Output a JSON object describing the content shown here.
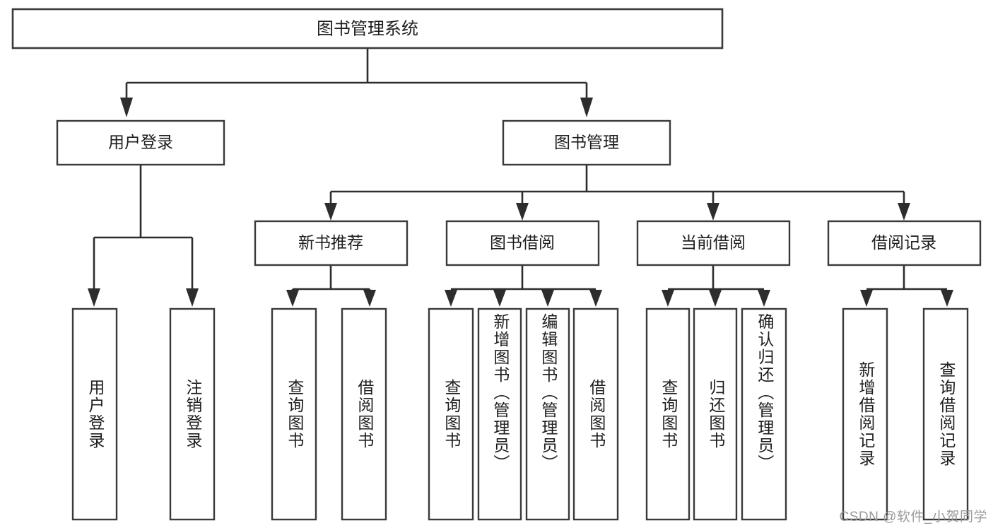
{
  "diagram": {
    "title": "图书管理系统",
    "type": "tree",
    "watermark": "CSDN @软件_小贺同学",
    "colors": {
      "box_stroke": "#3a3a3a",
      "connector": "#2d2d2d",
      "background": "#ffffff",
      "text": "#1d1d1d",
      "watermark": "#9a9a9a"
    },
    "root": {
      "label": "图书管理系统"
    },
    "level2": [
      {
        "label": "用户登录"
      },
      {
        "label": "图书管理"
      }
    ],
    "level3": [
      {
        "label": "新书推荐"
      },
      {
        "label": "图书借阅"
      },
      {
        "label": "当前借阅"
      },
      {
        "label": "借阅记录"
      }
    ],
    "leaves": {
      "user_login": [
        {
          "label": "用户登录"
        },
        {
          "label": "注销登录"
        }
      ],
      "new_book_recommend": [
        {
          "label": "查询图书"
        },
        {
          "label": "借阅图书"
        }
      ],
      "book_borrow": [
        {
          "label": "查询图书"
        },
        {
          "label": "新增图书（管理员）"
        },
        {
          "label": "编辑图书（管理员）"
        },
        {
          "label": "借阅图书"
        }
      ],
      "current_borrow": [
        {
          "label": "查询图书"
        },
        {
          "label": "归还图书"
        },
        {
          "label": "确认归还（管理员）"
        }
      ],
      "borrow_record": [
        {
          "label": "新增借阅记录"
        },
        {
          "label": "查询借阅记录"
        }
      ]
    }
  },
  "chart_data": {
    "type": "tree",
    "title": "图书管理系统",
    "nodes": [
      {
        "id": "root",
        "label": "图书管理系统",
        "level": 0,
        "parent": null
      },
      {
        "id": "n1",
        "label": "用户登录",
        "level": 1,
        "parent": "root"
      },
      {
        "id": "n2",
        "label": "图书管理",
        "level": 1,
        "parent": "root"
      },
      {
        "id": "n1-1",
        "label": "用户登录",
        "level": 2,
        "parent": "n1"
      },
      {
        "id": "n1-2",
        "label": "注销登录",
        "level": 2,
        "parent": "n1"
      },
      {
        "id": "n2-1",
        "label": "新书推荐",
        "level": 2,
        "parent": "n2"
      },
      {
        "id": "n2-2",
        "label": "图书借阅",
        "level": 2,
        "parent": "n2"
      },
      {
        "id": "n2-3",
        "label": "当前借阅",
        "level": 2,
        "parent": "n2"
      },
      {
        "id": "n2-4",
        "label": "借阅记录",
        "level": 2,
        "parent": "n2"
      },
      {
        "id": "n2-1-1",
        "label": "查询图书",
        "level": 3,
        "parent": "n2-1"
      },
      {
        "id": "n2-1-2",
        "label": "借阅图书",
        "level": 3,
        "parent": "n2-1"
      },
      {
        "id": "n2-2-1",
        "label": "查询图书",
        "level": 3,
        "parent": "n2-2"
      },
      {
        "id": "n2-2-2",
        "label": "新增图书（管理员）",
        "level": 3,
        "parent": "n2-2"
      },
      {
        "id": "n2-2-3",
        "label": "编辑图书（管理员）",
        "level": 3,
        "parent": "n2-2"
      },
      {
        "id": "n2-2-4",
        "label": "借阅图书",
        "level": 3,
        "parent": "n2-2"
      },
      {
        "id": "n2-3-1",
        "label": "查询图书",
        "level": 3,
        "parent": "n2-3"
      },
      {
        "id": "n2-3-2",
        "label": "归还图书",
        "level": 3,
        "parent": "n2-3"
      },
      {
        "id": "n2-3-3",
        "label": "确认归还（管理员）",
        "level": 3,
        "parent": "n2-3"
      },
      {
        "id": "n2-4-1",
        "label": "新增借阅记录",
        "level": 3,
        "parent": "n2-4"
      },
      {
        "id": "n2-4-2",
        "label": "查询借阅记录",
        "level": 3,
        "parent": "n2-4"
      }
    ]
  }
}
